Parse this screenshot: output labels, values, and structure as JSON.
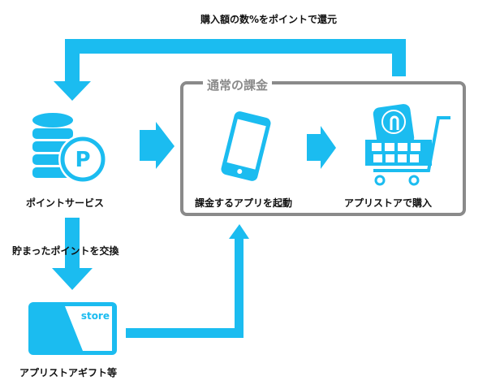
{
  "title": "購入額の数%をポイントで還元",
  "colors": {
    "accent": "#1bbcf0",
    "box_border": "#8a8a8a"
  },
  "normal_billing": {
    "label": "通常の課金",
    "steps": [
      {
        "label": "課金するアプリを起動",
        "icon": "smartphone-icon"
      },
      {
        "label": "アプリストアで購入",
        "icon": "shopping-cart-icon"
      }
    ]
  },
  "point_service": {
    "label": "ポイントサービス",
    "icon": "coins-icon",
    "coin_letter": "P"
  },
  "exchange_label": "貯まったポイントを交換",
  "gift": {
    "label": "アプリストアギフト等",
    "card_text": "store"
  }
}
